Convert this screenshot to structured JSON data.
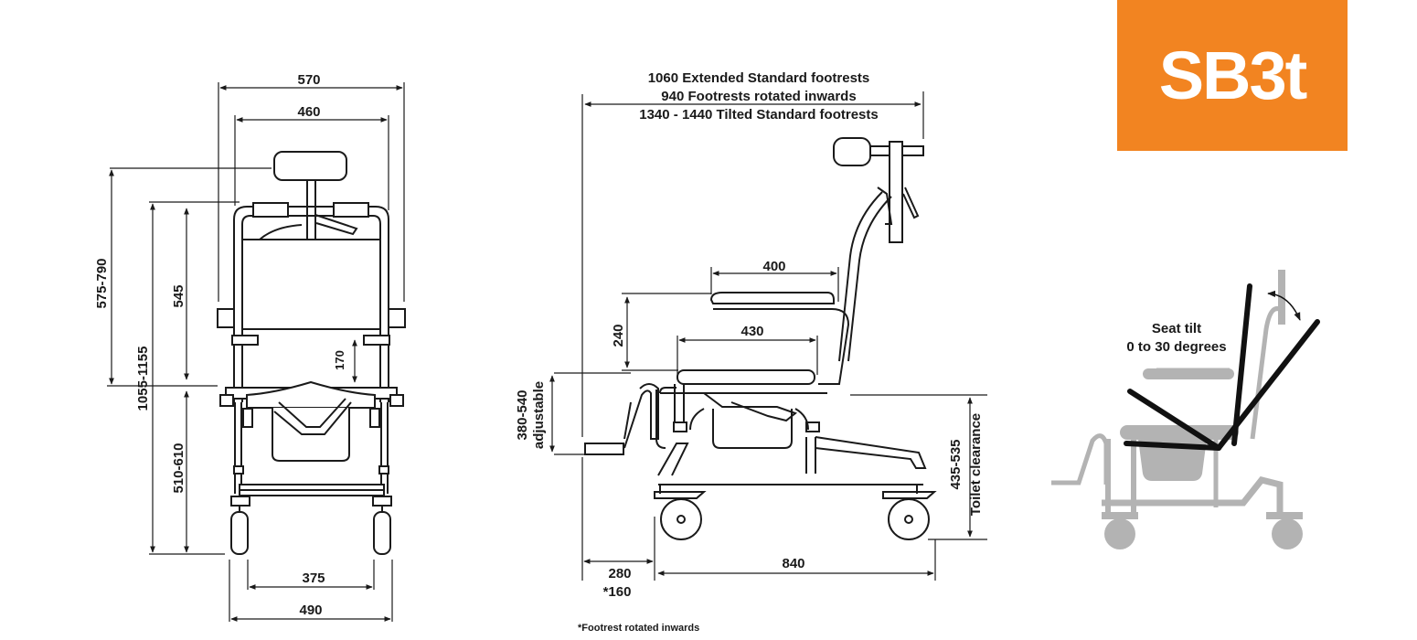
{
  "brand": {
    "logo_text": "SB3t",
    "logo_color": "#F28421"
  },
  "front_view": {
    "width_overall": "570",
    "width_inner": "460",
    "headrest_height": "575-790",
    "total_height": "1055-1155",
    "back_height": "545",
    "armrest_height": "170",
    "seat_height": "510-610",
    "wheel_track_inner": "375",
    "wheel_track_outer": "490"
  },
  "side_view": {
    "length_line_1": "1060 Extended Standard footrests",
    "length_line_2": "940 Footrests rotated inwards",
    "length_line_3": "1340 - 1440 Tilted Standard footrests",
    "armrest_length": "400",
    "seat_depth": "430",
    "armrest_to_seat": "240",
    "footrest_height_1": "380-540",
    "footrest_height_2": "adjustable",
    "toilet_clearance_1": "435-535",
    "toilet_clearance_2": "Toilet clearance",
    "footrest_projection": "280",
    "footrest_projection_alt": "*160",
    "wheelbase": "840",
    "footnote": "*Footrest rotated inwards"
  },
  "tilt_view": {
    "label_line_1": "Seat tilt",
    "label_line_2": "0 to 30 degrees",
    "gray_color": "#B3B3B3"
  }
}
